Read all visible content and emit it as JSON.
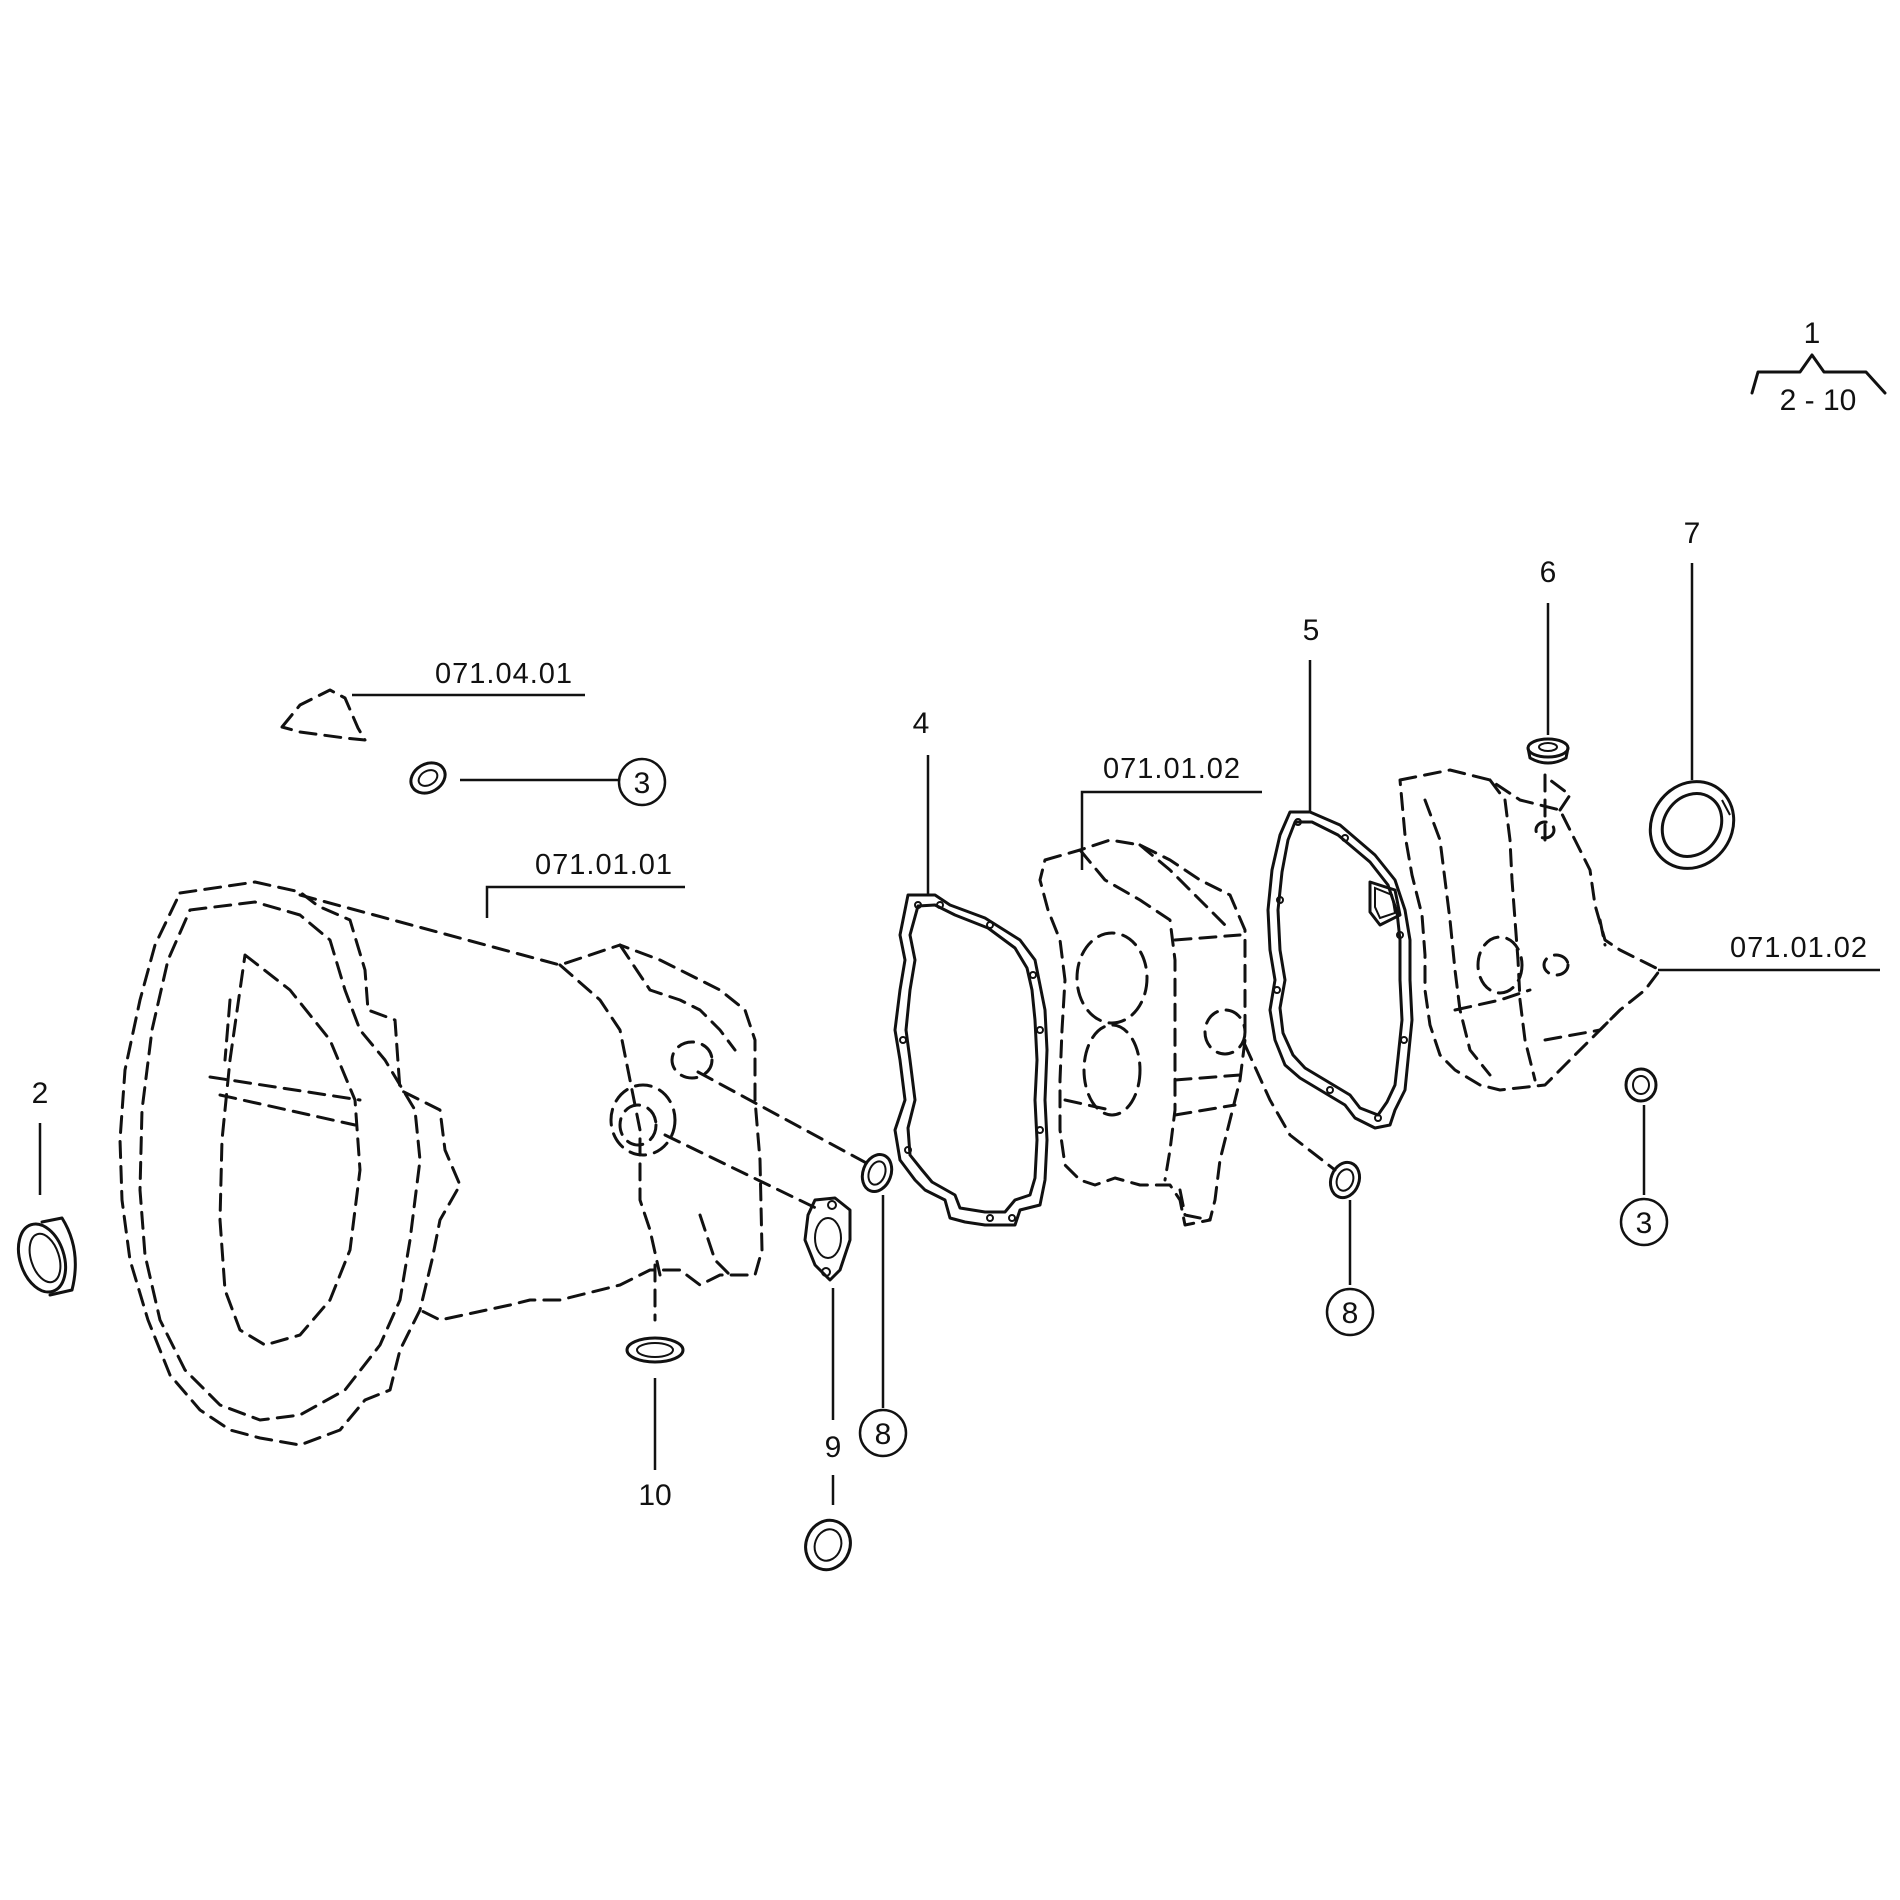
{
  "callouts": {
    "assembly_number": "1",
    "assembly_range": "2 - 10",
    "item_2": "2",
    "item_3_top": "3",
    "item_3_right": "3",
    "item_4": "4",
    "item_5": "5",
    "item_6": "6",
    "item_7": "7",
    "item_8_left": "8",
    "item_8_right": "8",
    "item_9": "9",
    "item_10": "10"
  },
  "references": {
    "bracket_ref": "071.04.01",
    "front_housing_ref": "071.01.01",
    "middle_housing_ref": "071.01.02",
    "rear_housing_ref": "071.01.02"
  }
}
